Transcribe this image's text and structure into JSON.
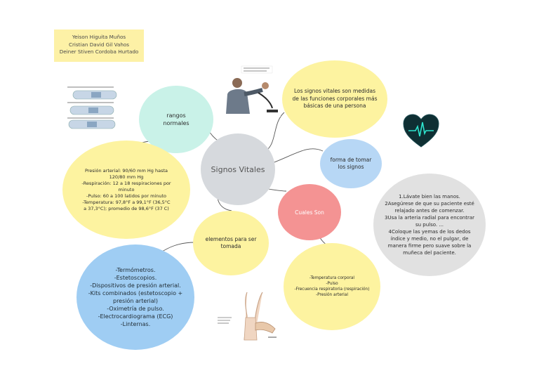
{
  "authors": [
    "Yeison Higuita Muños",
    "Cristian David Gil Vahos",
    "Deiner Stiven Cordoba Hurtado"
  ],
  "center": {
    "label": "Signos Vitales"
  },
  "definition": {
    "text": "Los signos vitales son medidas de las funciones corporales más básicas de una persona"
  },
  "ranges_title": {
    "text": "rangos\nnormales"
  },
  "ranges_detail": {
    "text": "Presión arterial: 90/60 mm Hg hasta 120/80 mm Hg\n-Respiración: 12 a 18 respiraciones por minuto\n-Pulso: 60 a 100 latidos por minuto\n-Temperatura: 97,8°F a 99,1°F (36,5°C a 37,3°C); promedio de 98,6°F (37   C)"
  },
  "how_to": {
    "text": "forma de tomar\nlos signos"
  },
  "how_to_steps": {
    "text": "1.Lávate bien las manos.\n2Asegúrese de que su paciente esté relajado antes de comenzar.\n3Usa la arteria radial para encontrar su pulso. ...\n4Coloque las yemas de los dedos índice y medio, no el pulgar, de manera firme pero suave sobre la muñeca del paciente."
  },
  "which": {
    "text": "Cuales Son"
  },
  "which_list": {
    "text": "-Temperatura corporal\n-Pulso\n-Frecuencia respiratoria (respiración)\n-Presión arterial"
  },
  "elements": {
    "text": "elementos para ser\ntomada"
  },
  "elements_list": {
    "text": "-Termómetros.\n-Estetoscopios.\n-Dispositivos de presión arterial.\n-Kits combinados (estetoscopio + presión arterial)\n-Oximetría de pulso.\n-Electrocardiograma (ECG)\n-Linternas."
  },
  "colors": {
    "yellow": "#fdf3a0",
    "mint": "#c9f2e8",
    "center": "#d6d9dd",
    "blue_light": "#b7d7f5",
    "blue": "#9fcdf3",
    "red": "#f49393",
    "gray": "#e1e1e1",
    "heart": "#0f2f33",
    "pulse": "#2ee6cf"
  },
  "icons": [
    "thermometer-image",
    "doctor-bp-image",
    "heart-pulse-icon",
    "wrist-pulse-image"
  ]
}
